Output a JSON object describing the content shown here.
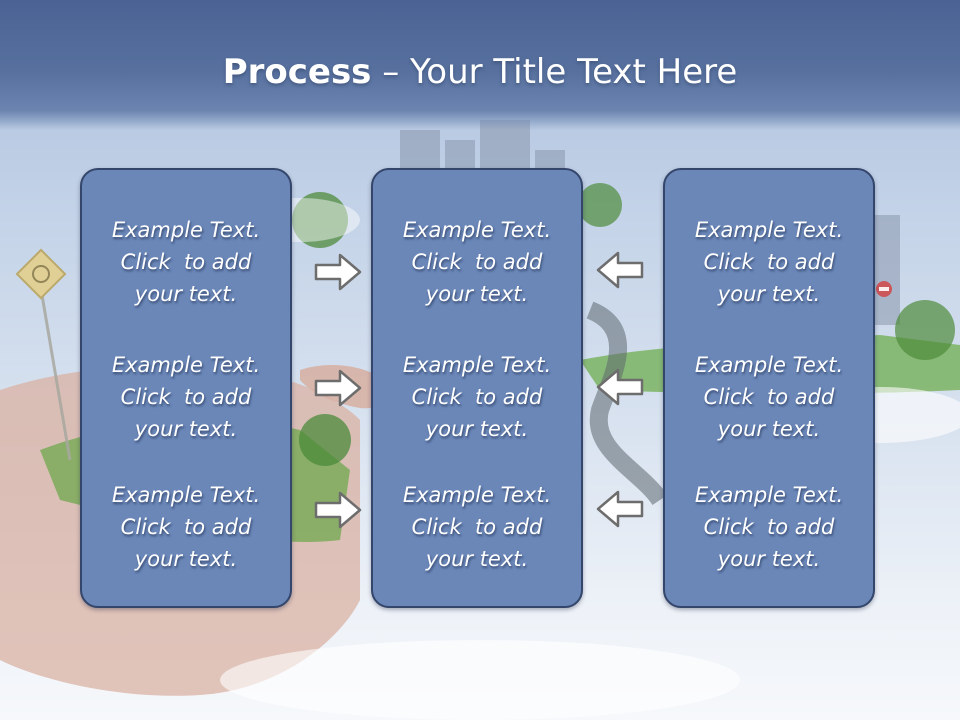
{
  "slide": {
    "title_bold": "Process",
    "title_rest": " – Your Title Text Here"
  },
  "columns": [
    {
      "cells": [
        {
          "line1": "Example Text.",
          "line2": "Click  to add",
          "line3": "your text."
        },
        {
          "line1": "Example Text.",
          "line2": "Click  to add",
          "line3": "your text."
        },
        {
          "line1": "Example Text.",
          "line2": "Click  to add",
          "line3": "your text."
        }
      ]
    },
    {
      "cells": [
        {
          "line1": "Example Text.",
          "line2": "Click  to add",
          "line3": "your text."
        },
        {
          "line1": "Example Text.",
          "line2": "Click  to add",
          "line3": "your text."
        },
        {
          "line1": "Example Text.",
          "line2": "Click  to add",
          "line3": "your text."
        }
      ]
    },
    {
      "cells": [
        {
          "line1": "Example Text.",
          "line2": "Click  to add",
          "line3": "your text."
        },
        {
          "line1": "Example Text.",
          "line2": "Click  to add",
          "line3": "your text."
        },
        {
          "line1": "Example Text.",
          "line2": "Click  to add",
          "line3": "your text."
        }
      ]
    }
  ],
  "arrows": {
    "left_group": [
      "arrow-right-icon",
      "arrow-right-icon",
      "arrow-right-icon"
    ],
    "right_group": [
      "arrow-left-icon",
      "arrow-left-icon",
      "arrow-left-icon"
    ]
  },
  "colors": {
    "title_band": "#57709e",
    "box_fill": "#6a87b8",
    "box_border": "#34466b",
    "text": "#ffffff"
  }
}
